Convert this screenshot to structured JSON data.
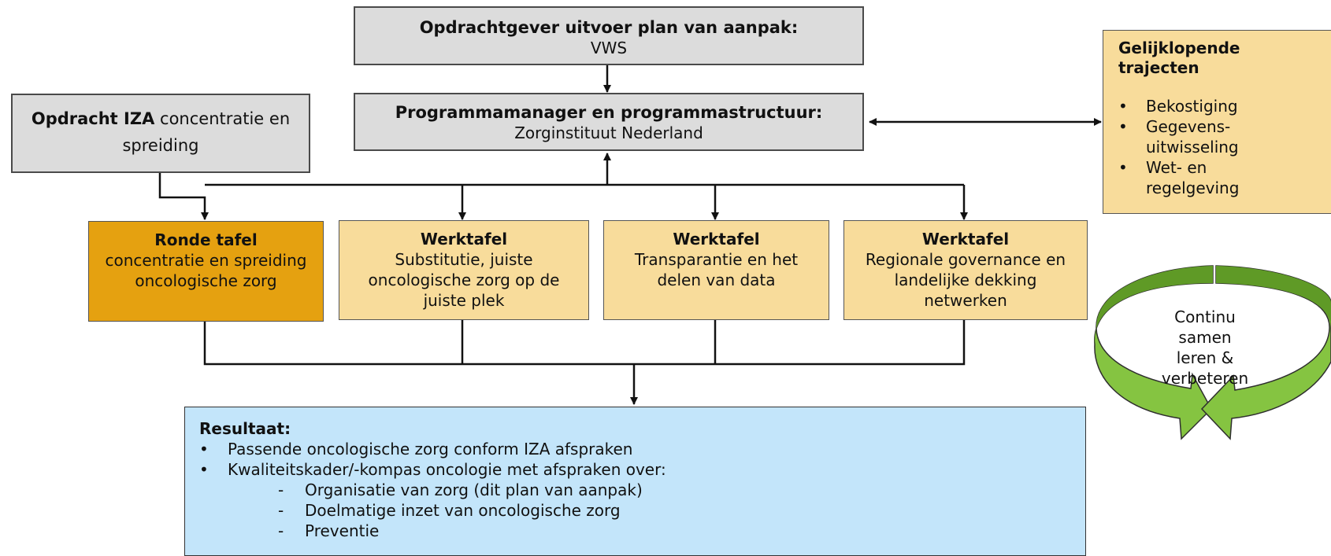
{
  "top": {
    "title": "Opdrachtgever uitvoer plan van aanpak:",
    "sub": "VWS"
  },
  "program": {
    "title": "Programmamanager en programmastructuur:",
    "sub": "Zorginstituut Nederland"
  },
  "assignment": {
    "bold": "Opdracht IZA",
    "text": " concentratie en spreiding"
  },
  "parallel": {
    "title": "Gelijklopende trajecten",
    "items": [
      "Bekostiging",
      "Gegevens-uitwisseling",
      "Wet- en regelgeving"
    ],
    "bullet": "•"
  },
  "tables": [
    {
      "title": "Ronde tafel",
      "text": "concentratie en spreiding oncologische zorg"
    },
    {
      "title": "Werktafel",
      "text": "Substitutie, juiste oncologische zorg op de juiste plek"
    },
    {
      "title": "Werktafel",
      "text": "Transparantie en het delen van data"
    },
    {
      "title": "Werktafel",
      "text": "Regionale governance en landelijke dekking netwerken"
    }
  ],
  "cycle": {
    "text": "Continu samen leren & verbeteren"
  },
  "result": {
    "title": "Resultaat:",
    "bullet": "•",
    "dash": "-",
    "items": [
      "Passende oncologische zorg conform IZA afspraken",
      "Kwaliteitskader/-kompas oncologie met afspraken over:"
    ],
    "subitems": [
      "Organisatie van zorg (dit plan van aanpak)",
      "Doelmatige inzet van oncologische zorg",
      "Preventie"
    ]
  },
  "colors": {
    "grey": "#dcdcdc",
    "light_orange": "#f8dc9b",
    "dark_orange": "#e5a110",
    "blue": "#c3e5fa",
    "green": "#7dbd3c"
  }
}
